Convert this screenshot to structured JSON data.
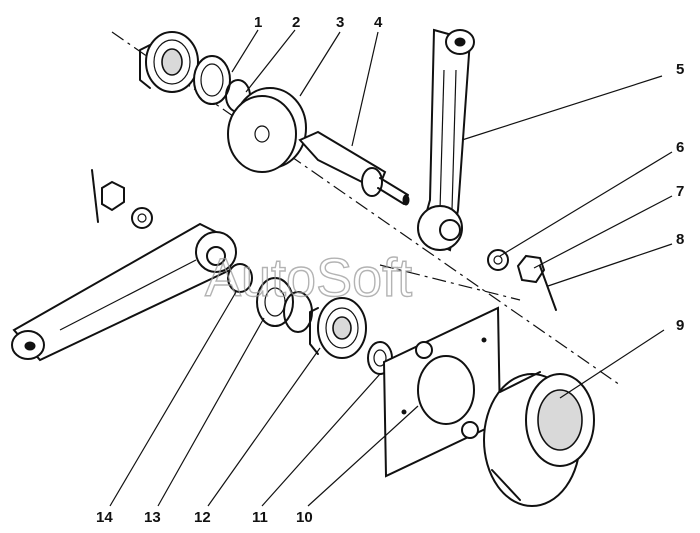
{
  "figure": {
    "watermark": "AutoSoft",
    "callouts": [
      {
        "id": "1",
        "label": "1"
      },
      {
        "id": "2",
        "label": "2"
      },
      {
        "id": "3",
        "label": "3"
      },
      {
        "id": "4",
        "label": "4"
      },
      {
        "id": "5",
        "label": "5"
      },
      {
        "id": "6",
        "label": "6"
      },
      {
        "id": "7",
        "label": "7"
      },
      {
        "id": "8",
        "label": "8"
      },
      {
        "id": "9",
        "label": "9"
      },
      {
        "id": "10",
        "label": "10"
      },
      {
        "id": "11",
        "label": "11"
      },
      {
        "id": "12",
        "label": "12"
      },
      {
        "id": "13",
        "label": "13"
      },
      {
        "id": "14",
        "label": "14"
      }
    ]
  }
}
